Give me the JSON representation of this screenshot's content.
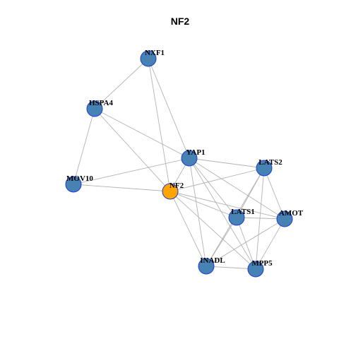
{
  "title": "NF2",
  "colors": {
    "node_default": "#4682b4",
    "node_highlight": "#ffa500",
    "node_border": "#1f3bd6",
    "edge": "#b3b3b3"
  },
  "nodes": [
    {
      "id": "NXF1",
      "label": "NXF1",
      "highlight": false
    },
    {
      "id": "HSPA4",
      "label": "HSPA4",
      "highlight": false
    },
    {
      "id": "YAP1",
      "label": "YAP1",
      "highlight": false
    },
    {
      "id": "LATS2",
      "label": "LATS2",
      "highlight": false
    },
    {
      "id": "MOV10",
      "label": "MOV10",
      "highlight": false
    },
    {
      "id": "NF2",
      "label": "NF2",
      "highlight": true
    },
    {
      "id": "LATS1",
      "label": "LATS1",
      "highlight": false
    },
    {
      "id": "AMOT",
      "label": "AMOT",
      "highlight": false
    },
    {
      "id": "INADL",
      "label": "INADL",
      "highlight": false
    },
    {
      "id": "MPP5",
      "label": "MPP5",
      "highlight": false
    }
  ],
  "edges": [
    [
      "NXF1",
      "HSPA4"
    ],
    [
      "NXF1",
      "YAP1"
    ],
    [
      "NXF1",
      "NF2"
    ],
    [
      "HSPA4",
      "YAP1"
    ],
    [
      "HSPA4",
      "NF2"
    ],
    [
      "HSPA4",
      "MOV10"
    ],
    [
      "MOV10",
      "YAP1"
    ],
    [
      "MOV10",
      "NF2"
    ],
    [
      "YAP1",
      "NF2"
    ],
    [
      "YAP1",
      "LATS2"
    ],
    [
      "YAP1",
      "LATS1"
    ],
    [
      "YAP1",
      "AMOT"
    ],
    [
      "YAP1",
      "INADL"
    ],
    [
      "YAP1",
      "MPP5"
    ],
    [
      "NF2",
      "LATS2"
    ],
    [
      "NF2",
      "LATS1"
    ],
    [
      "NF2",
      "AMOT"
    ],
    [
      "NF2",
      "INADL"
    ],
    [
      "NF2",
      "MPP5"
    ],
    [
      "LATS2",
      "LATS1"
    ],
    [
      "LATS2",
      "AMOT"
    ],
    [
      "LATS2",
      "INADL"
    ],
    [
      "LATS2",
      "MPP5"
    ],
    [
      "LATS1",
      "AMOT"
    ],
    [
      "LATS1",
      "INADL"
    ],
    [
      "LATS1",
      "MPP5"
    ],
    [
      "AMOT",
      "INADL"
    ],
    [
      "AMOT",
      "MPP5"
    ],
    [
      "INADL",
      "MPP5"
    ]
  ]
}
